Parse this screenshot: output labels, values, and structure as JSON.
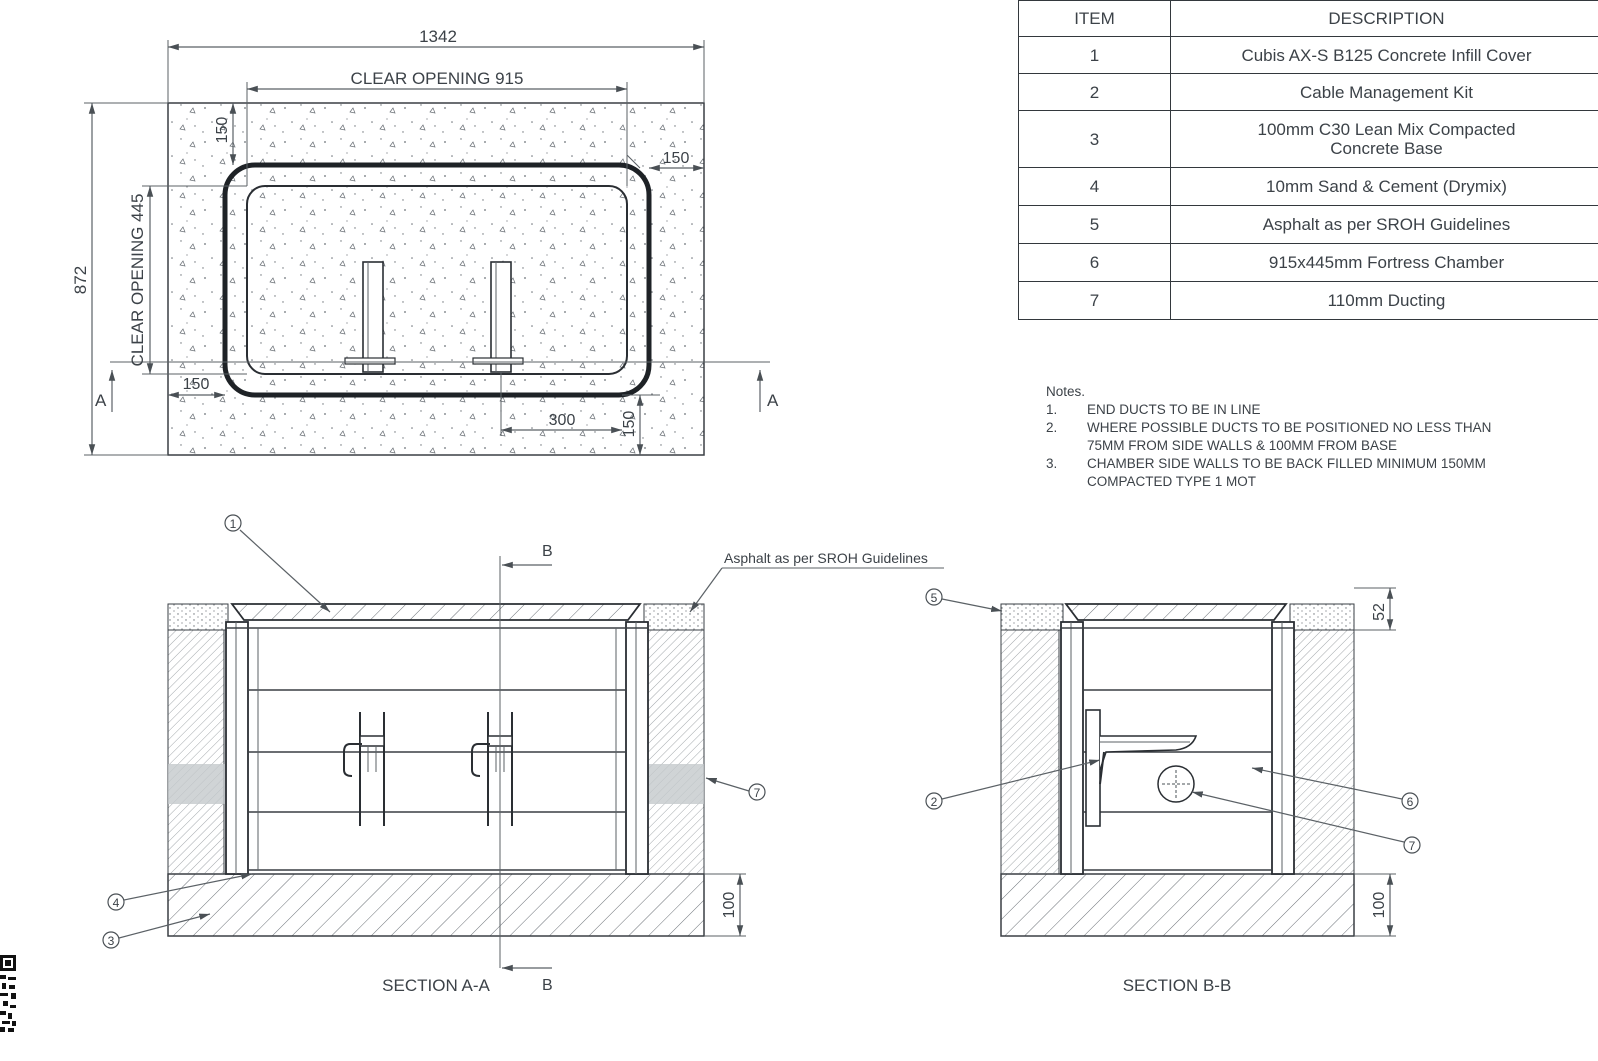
{
  "plan": {
    "overall_width": "1342",
    "overall_height": "872",
    "clear_opening_width": "CLEAR OPENING 915",
    "clear_opening_height": "CLEAR OPENING 445",
    "dim_150_top": "150",
    "dim_150_right": "150",
    "dim_150_left": "150",
    "dim_150_bottom": "150",
    "dim_300": "300",
    "section_marker": "A"
  },
  "table": {
    "headers": [
      "ITEM",
      "DESCRIPTION"
    ],
    "rows": [
      {
        "item": "1",
        "description": "Cubis AX-S B125 Concrete Infill Cover"
      },
      {
        "item": "2",
        "description": "Cable Management Kit"
      },
      {
        "item": "3",
        "description": "100mm C30 Lean Mix Compacted Concrete Base"
      },
      {
        "item": "4",
        "description": "10mm Sand & Cement (Drymix)"
      },
      {
        "item": "5",
        "description": "Asphalt as per SROH Guidelines"
      },
      {
        "item": "6",
        "description": "915x445mm Fortress Chamber"
      },
      {
        "item": "7",
        "description": "110mm Ducting"
      }
    ]
  },
  "notes": {
    "title": "Notes.",
    "items": [
      {
        "num": "1.",
        "lines": [
          "END DUCTS TO BE IN LINE"
        ]
      },
      {
        "num": "2.",
        "lines": [
          "WHERE POSSIBLE DUCTS TO BE POSITIONED NO LESS THAN",
          "75MM FROM SIDE WALLS & 100MM FROM BASE"
        ]
      },
      {
        "num": "3.",
        "lines": [
          "CHAMBER SIDE WALLS TO BE BACK FILLED MINIMUM 150MM",
          "COMPACTED TYPE 1 MOT"
        ]
      }
    ]
  },
  "section_aa": {
    "title": "SECTION A-A",
    "cut_marker": "B",
    "asphalt_label": "Asphalt as per SROH Guidelines",
    "dim_base": "100",
    "balloons": [
      "1",
      "7",
      "4",
      "3"
    ]
  },
  "section_bb": {
    "title": "SECTION B-B",
    "dim_top": "52",
    "dim_base": "100",
    "balloons": [
      "5",
      "2",
      "6",
      "7"
    ]
  }
}
